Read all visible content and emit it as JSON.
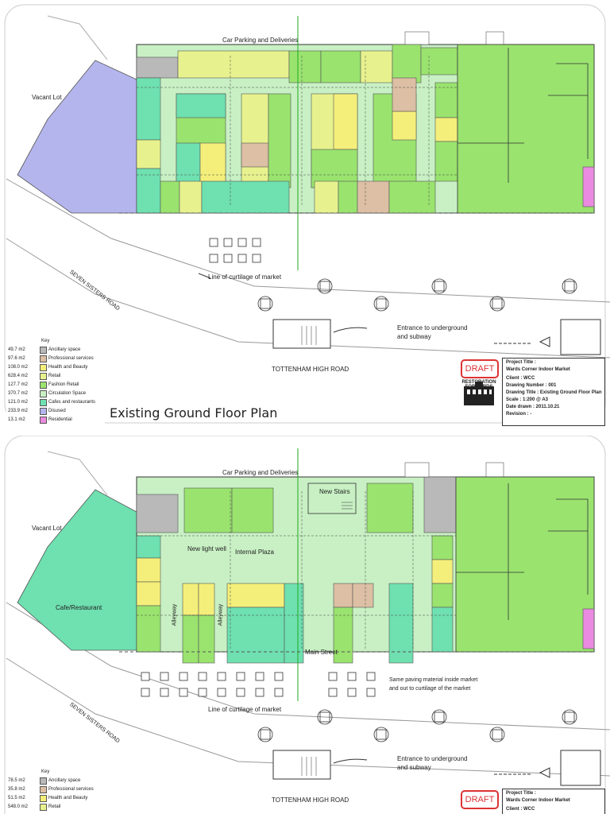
{
  "colors": {
    "ancillary": "#b9b9b9",
    "professional": "#dcbfa4",
    "health": "#f4ef7a",
    "retail": "#e7f28e",
    "fashion": "#9ae36f",
    "circulation": "#c8f0c4",
    "cafes": "#6fe0b0",
    "disused": "#b5b5ee",
    "residential": "#ea8ae0"
  },
  "top": {
    "title": "Existing Ground Floor Plan",
    "car_parking": "Car Parking and Deliveries",
    "vacant_lot": "Vacant Lot",
    "curtilage": "Line of curtilage of market",
    "entrance_line1": "Entrance to underground",
    "entrance_line2": "and subway",
    "seven_sisters": "SEVEN SISTERS ROAD",
    "tottenham": "TOTTENHAM HIGH ROAD",
    "key": {
      "title": "Key",
      "rows": [
        {
          "value": "49.7 m2",
          "name": "Ancillary space",
          "color": "#b9b9b9"
        },
        {
          "value": "97.6 m2",
          "name": "Professional services",
          "color": "#dcbfa4"
        },
        {
          "value": "108.0 m2",
          "name": "Health and Beauty",
          "color": "#f4ef7a"
        },
        {
          "value": "628.4 m2",
          "name": "Retail",
          "color": "#e7f28e"
        },
        {
          "value": "127.7 m2",
          "name": "Fashion Retail",
          "color": "#9ae36f"
        },
        {
          "value": "370.7 m2",
          "name": "Circulation Space",
          "color": "#c8f0c4"
        },
        {
          "value": "121.0 m2",
          "name": "Cafes and restaurants",
          "color": "#6fe0b0"
        },
        {
          "value": "233.9 m2",
          "name": "Disused",
          "color": "#b5b5ee"
        },
        {
          "value": "13.1 m2",
          "name": "Residential",
          "color": "#ea8ae0"
        }
      ]
    },
    "draft": "DRAFT",
    "titleblock": {
      "project_title_label": "Project Title :",
      "project_title": "Wards Corner Indoor Market",
      "client": "Client : WCC",
      "drawing_number": "Drawing Number : 001",
      "drawing_title": "Drawing Title : Existing Ground Floor Plan",
      "scale": "Scale : 1:200 @ A3",
      "date": "Date drawn : 2011.10.21",
      "revision": "Revision : -"
    },
    "logo_line1": "RESTORATION",
    "logo_line2": "FORWARDS"
  },
  "bottom": {
    "car_parking": "Car Parking and Deliveries",
    "vacant_lot": "Vacant Lot",
    "cafe": "Cafe/Restaurant",
    "new_light_well": "New light well",
    "internal_plaza": "Internal Plaza",
    "new_stairs": "New Stairs",
    "main_street": "Main Street",
    "alleyway1": "Alleyway",
    "alleyway2": "Alleyway",
    "paving_line1": "Same paving material inside market",
    "paving_line2": "and out to curtilage of the market",
    "curtilage": "Line of curtilage of market",
    "entrance_line1": "Entrance to underground",
    "entrance_line2": "and subway",
    "seven_sisters": "SEVEN SISTERS ROAD",
    "tottenham": "TOTTENHAM HIGH ROAD",
    "key": {
      "title": "Key",
      "rows": [
        {
          "value": "78.5 m2",
          "name": "Ancillary space",
          "color": "#b9b9b9"
        },
        {
          "value": "35.8 m2",
          "name": "Professional services",
          "color": "#dcbfa4"
        },
        {
          "value": "51.5 m2",
          "name": "Health and Beauty",
          "color": "#f4ef7a"
        },
        {
          "value": "548.0 m2",
          "name": "Retail",
          "color": "#e7f28e"
        }
      ]
    },
    "draft": "DRAFT",
    "titleblock": {
      "project_title_label": "Project Title :",
      "project_title": "Wards Corner Indoor Market",
      "client": "Client : WCC"
    }
  }
}
